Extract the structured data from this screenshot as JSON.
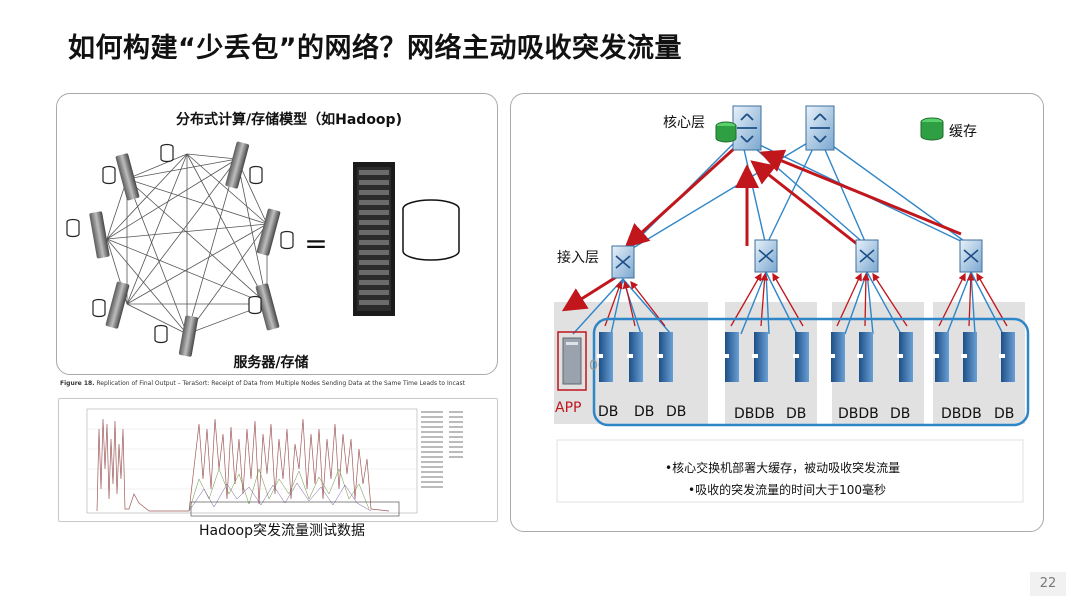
{
  "page": {
    "title": "如何构建“少丢包”的网络？网络主动吸收突发流量",
    "page_number": "22"
  },
  "left_top": {
    "title": "分布式计算/存储模型（如Hadoop)",
    "equals": "=",
    "caption": "服务器/存储"
  },
  "figure": {
    "caption_label": "Figure 18.",
    "caption_text": "Replication of Final Output – TeraSort: Receipt of Data from Multiple Nodes Sending Data at the Same Time Leads to Incast",
    "bottom_label": "Hadoop突发流量测试数据"
  },
  "right": {
    "core_label": "核心层",
    "access_label": "接入层",
    "cache_legend": "缓存",
    "app_label": "APP",
    "faint_label": "0G",
    "db": "DB",
    "dbdb": "DBDB",
    "bullets": [
      "•核心交换机部署大缓存，被动吸收突发流量",
      "•吸收的突发流量的时间大于100毫秒"
    ],
    "colors": {
      "red": "#c0161c",
      "blue": "#2f86c7",
      "green": "#2ea043"
    }
  }
}
